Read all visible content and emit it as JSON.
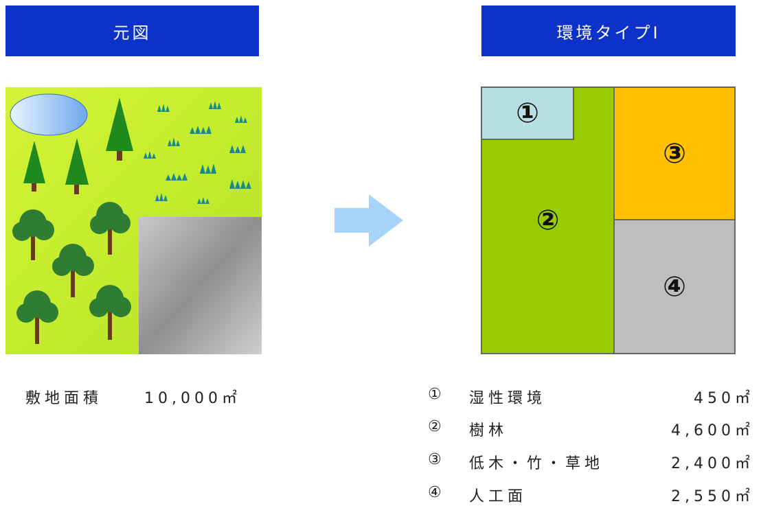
{
  "left_panel": {
    "header": "元図",
    "area_label": "敷地面積",
    "area_value": "10,000㎡"
  },
  "right_panel": {
    "header": "環境タイプⅠ"
  },
  "zones": [
    {
      "num": "①",
      "color": "#b7dfe3"
    },
    {
      "num": "②",
      "color": "#99cc00"
    },
    {
      "num": "③",
      "color": "#ffc000"
    },
    {
      "num": "④",
      "color": "#bebebe"
    }
  ],
  "legend": [
    {
      "num": "①",
      "name": "湿性環境",
      "value": "450㎡"
    },
    {
      "num": "②",
      "name": "樹林",
      "value": "4,600㎡"
    },
    {
      "num": "③",
      "name": "低木・竹・草地",
      "value": "2,400㎡"
    },
    {
      "num": "④",
      "name": "人工面",
      "value": "2,550㎡"
    }
  ],
  "colors": {
    "header": "#0d32c9",
    "arrow": "#a8d3fa",
    "grass": "#c6ee2e",
    "paved": "#bfbfbf",
    "pond": "#9ecdf2"
  }
}
